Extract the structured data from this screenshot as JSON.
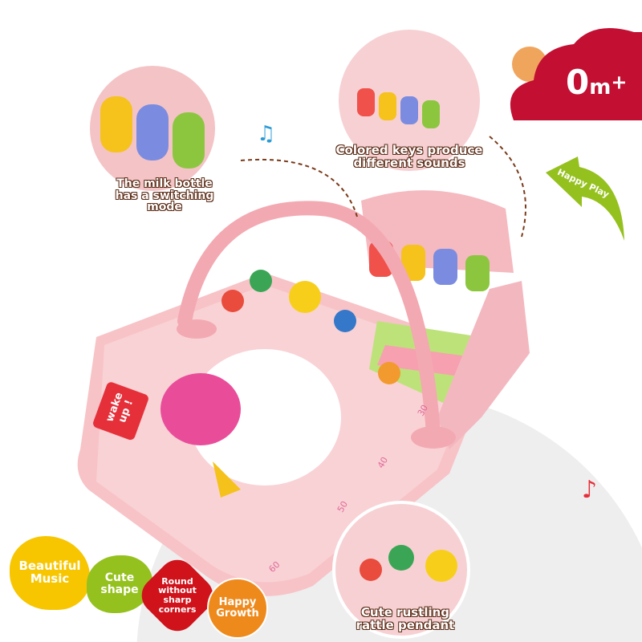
{
  "age_badge": {
    "number": "0",
    "unit": "m",
    "plus": "+",
    "color": "#c20f32"
  },
  "happy_play": {
    "label": "Happy Play",
    "color": "#95c11f"
  },
  "callouts": {
    "milk_bottle": {
      "line1": "The milk bottle",
      "line2": "has a switching mode"
    },
    "colored_keys": {
      "line1": "Colored keys produce",
      "line2": "different sounds"
    },
    "rattle": {
      "line1": "Cute rustling",
      "line2": "rattle pendant"
    }
  },
  "mat_speech": "wake up !",
  "mat_ruler": [
    "30",
    "40",
    "50",
    "60"
  ],
  "features": [
    {
      "label": "Beautiful Music",
      "color": "#f7c600"
    },
    {
      "label": "Cute shape",
      "color": "#95c11f"
    },
    {
      "label": "Round without sharp corners",
      "color": "#d0121b"
    },
    {
      "label": "Happy Growth",
      "color": "#ee8a1c"
    }
  ]
}
